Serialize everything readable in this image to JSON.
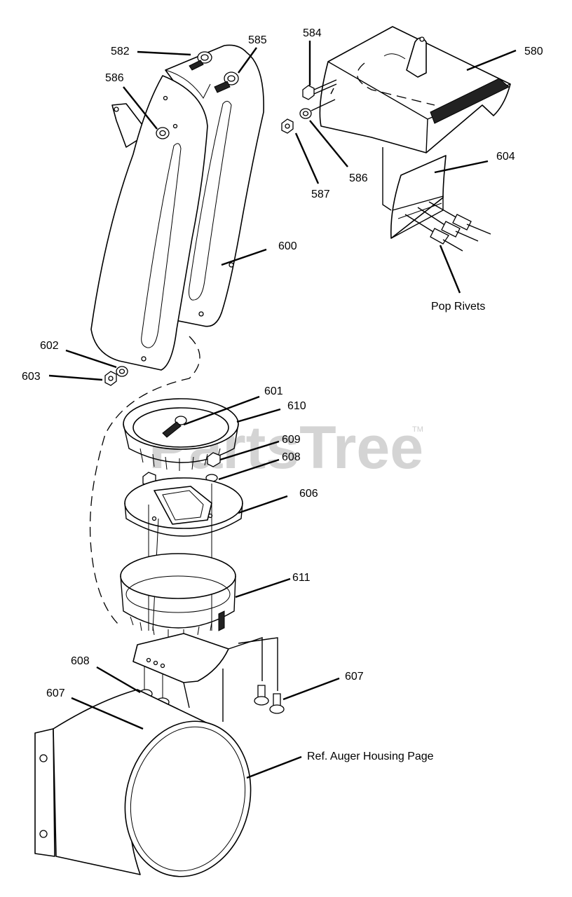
{
  "watermark": {
    "text": "PartsTree",
    "trademark": "TM"
  },
  "labels": {
    "p582": "582",
    "p585": "585",
    "p586_top": "586",
    "p584": "584",
    "p580": "580",
    "p587": "587",
    "p586_right": "586",
    "p604": "604",
    "pop_rivets": "Pop Rivets",
    "p600": "600",
    "p602": "602",
    "p603": "603",
    "p601": "601",
    "p610": "610",
    "p609": "609",
    "p608_top": "608",
    "p606": "606",
    "p611": "611",
    "p608_bottom": "608",
    "p607_left": "607",
    "p607_right": "607",
    "ref_auger": "Ref. Auger Housing Page"
  },
  "colors": {
    "ink": "#000000",
    "background": "#ffffff",
    "watermark": "#d4d4d4"
  }
}
